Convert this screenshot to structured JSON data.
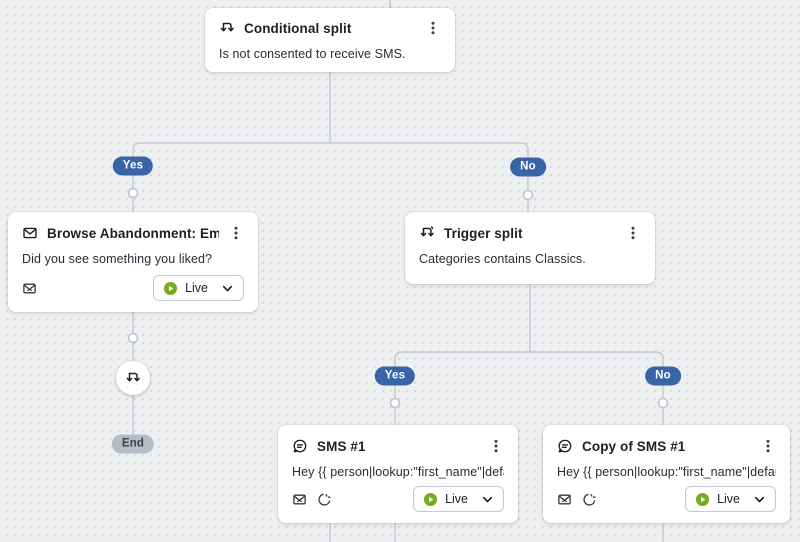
{
  "colors": {
    "canvas_bg": "#edeff1",
    "line": "#c6cbd1",
    "badge_blue": "#3a64a8",
    "end_badge_bg": "#b6bcc3",
    "live_green": "#72ad21"
  },
  "badges": {
    "yes": "Yes",
    "no": "No",
    "end": "End"
  },
  "nodes": {
    "conditional_split": {
      "title": "Conditional split",
      "description": "Is not consented to receive SMS."
    },
    "browse_abandonment_email": {
      "title": "Browse Abandonment: Email...",
      "description": "Did you see something you liked?",
      "status": "Live"
    },
    "trigger_split": {
      "title": "Trigger split",
      "description": "Categories contains Classics."
    },
    "sms_1": {
      "title": "SMS #1",
      "description": "Hey {{ person|lookup:\"first_name\"|defaul...",
      "status": "Live"
    },
    "copy_of_sms_1": {
      "title": "Copy of SMS #1",
      "description": "Hey {{ person|lookup:\"first_name\"|defaul...",
      "status": "Live"
    }
  }
}
